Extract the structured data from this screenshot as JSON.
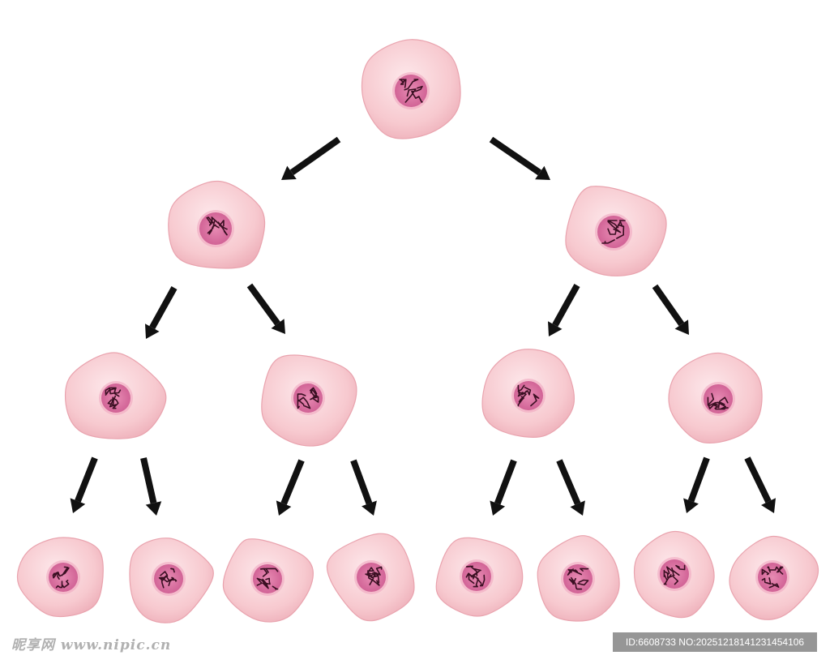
{
  "diagram": {
    "description_free": true,
    "levels": [
      {
        "generation": 0,
        "cell_count": 1
      },
      {
        "generation": 1,
        "cell_count": 2
      },
      {
        "generation": 2,
        "cell_count": 4
      },
      {
        "generation": 3,
        "cell_count": 8
      }
    ]
  },
  "colors": {
    "cell_fill": "#f7c9cf",
    "cell_edge": "#e9a3ae",
    "nucleus_halo": "#f0a6c0",
    "nucleus_fill": "#e07aa8",
    "chromatin": "#3a0f22",
    "arrow": "#111111"
  },
  "icons": {
    "cell": "cell-icon",
    "nucleus": "nucleus-icon",
    "arrow": "arrow-down-icon"
  },
  "watermark": {
    "logo_text": "昵享网 www.nipic.cn",
    "id_text": "ID:6608733 NO:20251218141231454106"
  }
}
